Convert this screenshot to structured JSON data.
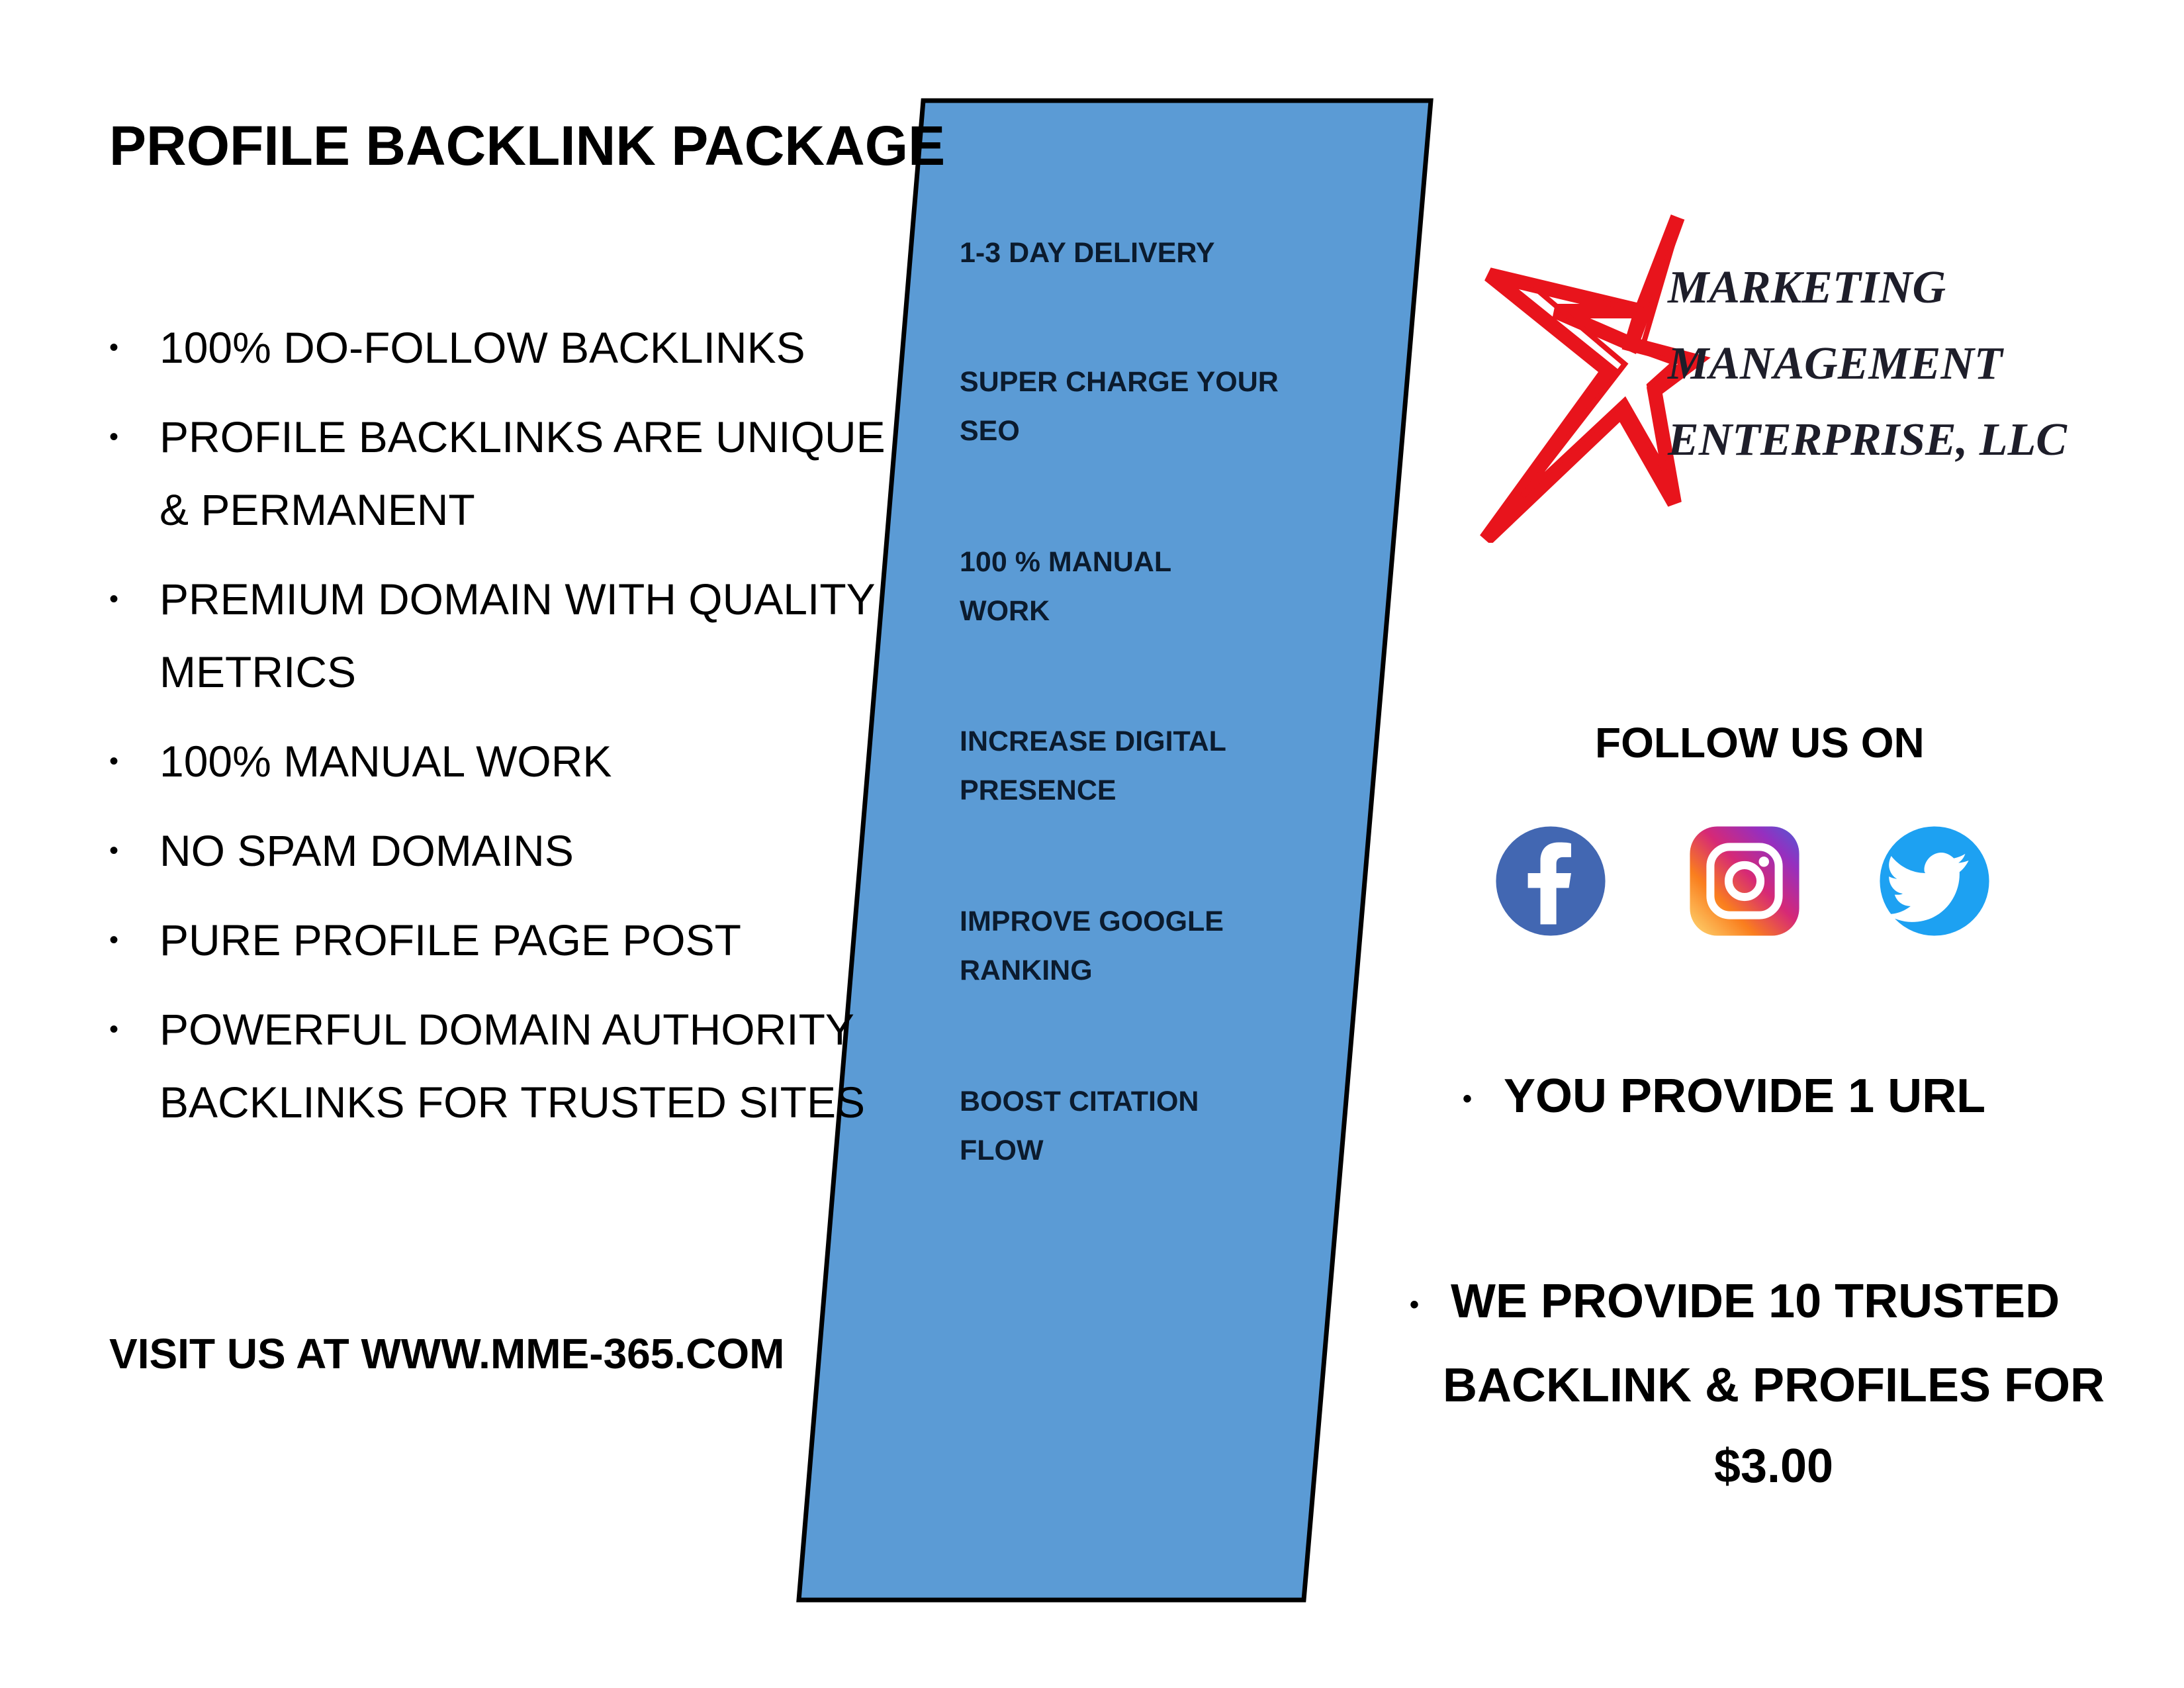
{
  "title": "PROFILE BACKLINK PACKAGE",
  "features": [
    {
      "line1": "100% DO-FOLLOW BACKLINKS",
      "line2": ""
    },
    {
      "line1": "PROFILE BACKLINKS ARE UNIQUE",
      "line2": "& PERMANENT"
    },
    {
      "line1": "PREMIUM DOMAIN WITH QUALITY",
      "line2": "METRICS"
    },
    {
      "line1": "100% MANUAL WORK",
      "line2": ""
    },
    {
      "line1": "NO SPAM DOMAINS",
      "line2": ""
    },
    {
      "line1": "PURE PROFILE PAGE POST",
      "line2": ""
    },
    {
      "line1": "POWERFUL DOMAIN AUTHORITY",
      "line2": "BACKLINKS FOR TRUSTED SITES"
    }
  ],
  "visit": "VISIT US AT WWW.MME-365.COM",
  "band": [
    {
      "line1": "1-3 DAY DELIVERY",
      "line2": ""
    },
    {
      "line1": "SUPER CHARGE YOUR",
      "line2": "SEO"
    },
    {
      "line1": "100 % MANUAL",
      "line2": "WORK"
    },
    {
      "line1": "INCREASE DIGITAL",
      "line2": "PRESENCE"
    },
    {
      "line1": "IMPROVE GOOGLE",
      "line2": "RANKING"
    },
    {
      "line1": "BOOST CITATION",
      "line2": "FLOW"
    }
  ],
  "logo": {
    "line1": "MARKETING",
    "line2": "MANAGEMENT",
    "line3": "ENTERPRISE, LLC"
  },
  "follow": "FOLLOW US ON",
  "social": [
    "facebook-icon",
    "instagram-icon",
    "twitter-icon"
  ],
  "provide_url": "YOU  PROVIDE 1 URL",
  "offer": {
    "line1": "WE PROVIDE 10 TRUSTED",
    "line2": "BACKLINK & PROFILES FOR",
    "line3": "$3.00"
  },
  "bullet": "•",
  "colors": {
    "band_fill": "#5b9bd5",
    "band_stroke": "#000000",
    "logo_red": "#e8141c",
    "facebook": "#3b5998",
    "twitter": "#1da1f2"
  }
}
